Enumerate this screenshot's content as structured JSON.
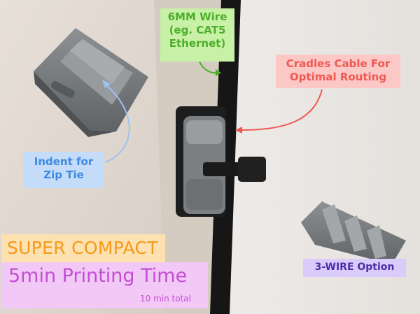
{
  "labels": {
    "wire": [
      "6MM Wire",
      "(eg. CAT5",
      "Ethernet)"
    ],
    "cradle": [
      "Cradles Cable For",
      "Optimal Routing"
    ],
    "indent": [
      "Indent for",
      "Zip Tie"
    ],
    "compact": "SUPER COMPACT",
    "printing_time": "5min Printing Time",
    "total_time": "10 min total",
    "three_wire": "3-WIRE Option"
  },
  "colors": {
    "wire_text": "#4caf2a",
    "cradle_text": "#ee5a52",
    "indent_text": "#3f8ae0",
    "compact_text": "#f49a1a",
    "printing_text": "#c24fd2",
    "three_wire_text": "#4b2ea8"
  }
}
